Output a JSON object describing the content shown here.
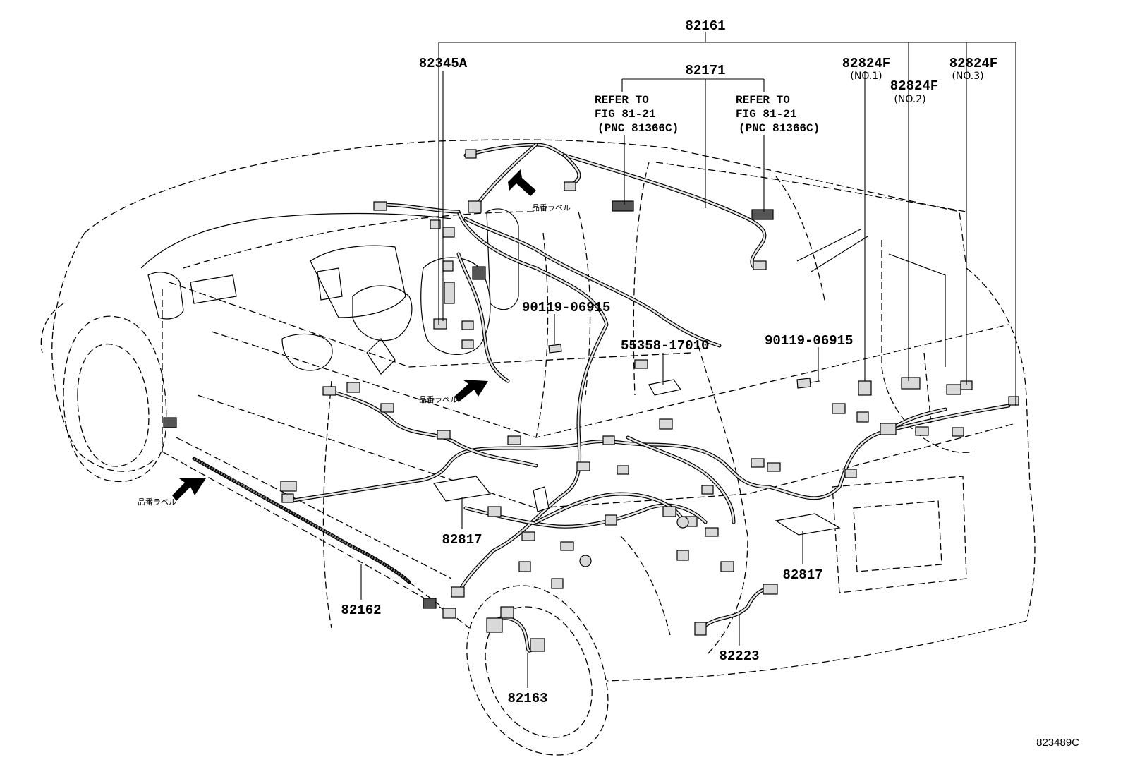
{
  "diagram": {
    "illustration_code": "823489C",
    "callouts": {
      "main_harness": "82161",
      "roof_harness": "82171",
      "junction_82345A": "82345A",
      "clamp_no1": "82824F",
      "clamp_no1_sub": "(NO.1)",
      "clamp_no2": "82824F",
      "clamp_no2_sub": "(NO.2)",
      "clamp_no3": "82824F",
      "clamp_no3_sub": "(NO.3)",
      "refer_left_1": "REFER TO",
      "refer_left_2": "FIG 81-21",
      "refer_left_3": "(PNC 81366C)",
      "refer_right_1": "REFER TO",
      "refer_right_2": "FIG 81-21",
      "refer_right_3": "(PNC 81366C)",
      "bolt_left": "90119-06915",
      "bolt_right": "90119-06915",
      "pad": "55358-17010",
      "label_sheet_left": "82817",
      "label_sheet_right": "82817",
      "sill_harness": "82162",
      "wheel_harness": "82163",
      "rear_harness": "82223"
    },
    "part_number_label_jp": "品番ラベル"
  }
}
